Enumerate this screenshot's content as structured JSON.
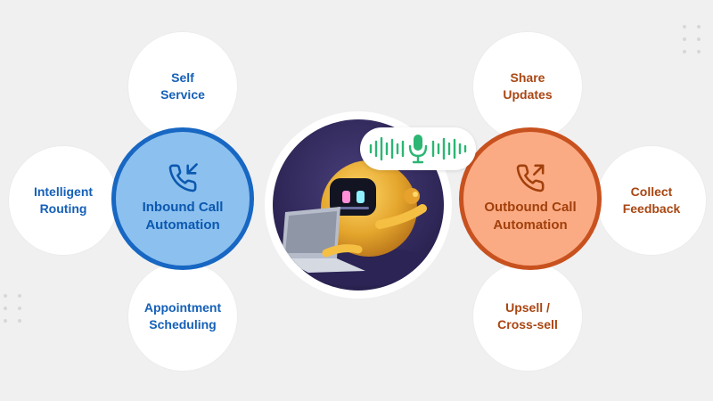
{
  "left": {
    "hub": {
      "line1": "Inbound Call",
      "line2": "Automation",
      "icon": "phone-incoming-icon"
    },
    "satellites": [
      {
        "id": "self-service",
        "line1": "Self",
        "line2": "Service"
      },
      {
        "id": "intelligent-routing",
        "line1": "Intelligent",
        "line2": "Routing"
      },
      {
        "id": "appointment-scheduling",
        "line1": "Appointment",
        "line2": "Scheduling"
      }
    ]
  },
  "right": {
    "hub": {
      "line1": "Outbound Call",
      "line2": "Automation",
      "icon": "phone-outgoing-icon"
    },
    "satellites": [
      {
        "id": "share-updates",
        "line1": "Share",
        "line2": "Updates"
      },
      {
        "id": "collect-feedback",
        "line1": "Collect",
        "line2": "Feedback"
      },
      {
        "id": "upsell-cross-sell",
        "line1": "Upsell /",
        "line2": "Cross-sell"
      }
    ]
  },
  "center": {
    "image": "robot-with-laptop-illustration",
    "voice_icon": "microphone-icon"
  },
  "colors": {
    "background": "#f0f0f1",
    "inbound_fill": "#8cc0ee",
    "inbound_border": "#1767c3",
    "inbound_text": "#0b58b0",
    "outbound_fill": "#fbab84",
    "outbound_border": "#c8521f",
    "outbound_text": "#a1400c",
    "wave_green": "#2bb673"
  }
}
